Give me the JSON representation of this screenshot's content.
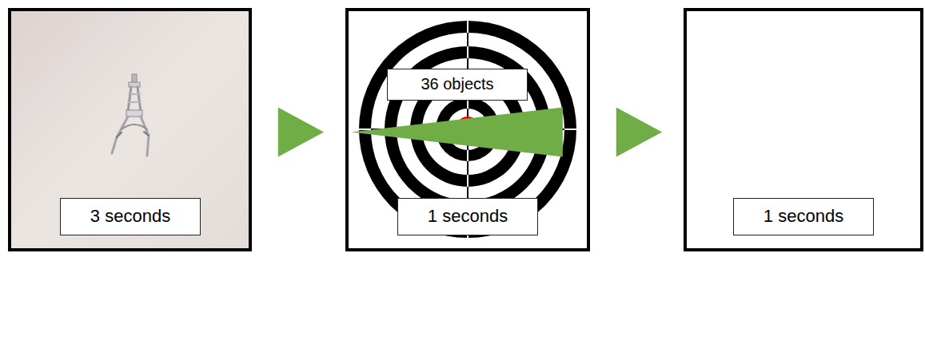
{
  "diagram": {
    "nodes": [
      {
        "text": [
          "3 seconds"
        ]
      },
      {
        "text": [
          "1 seconds"
        ]
      },
      {
        "text": [
          "1 seconds"
        ]
      }
    ],
    "edges": [
      {
        "from": 0,
        "to": 1,
        "arrow": "to"
      },
      {
        "from": 1,
        "to": 2,
        "arrow": "to"
      },
      {
        "from": 2,
        "to": 0,
        "arrow": "to",
        "label": "36 objects"
      }
    ]
  }
}
